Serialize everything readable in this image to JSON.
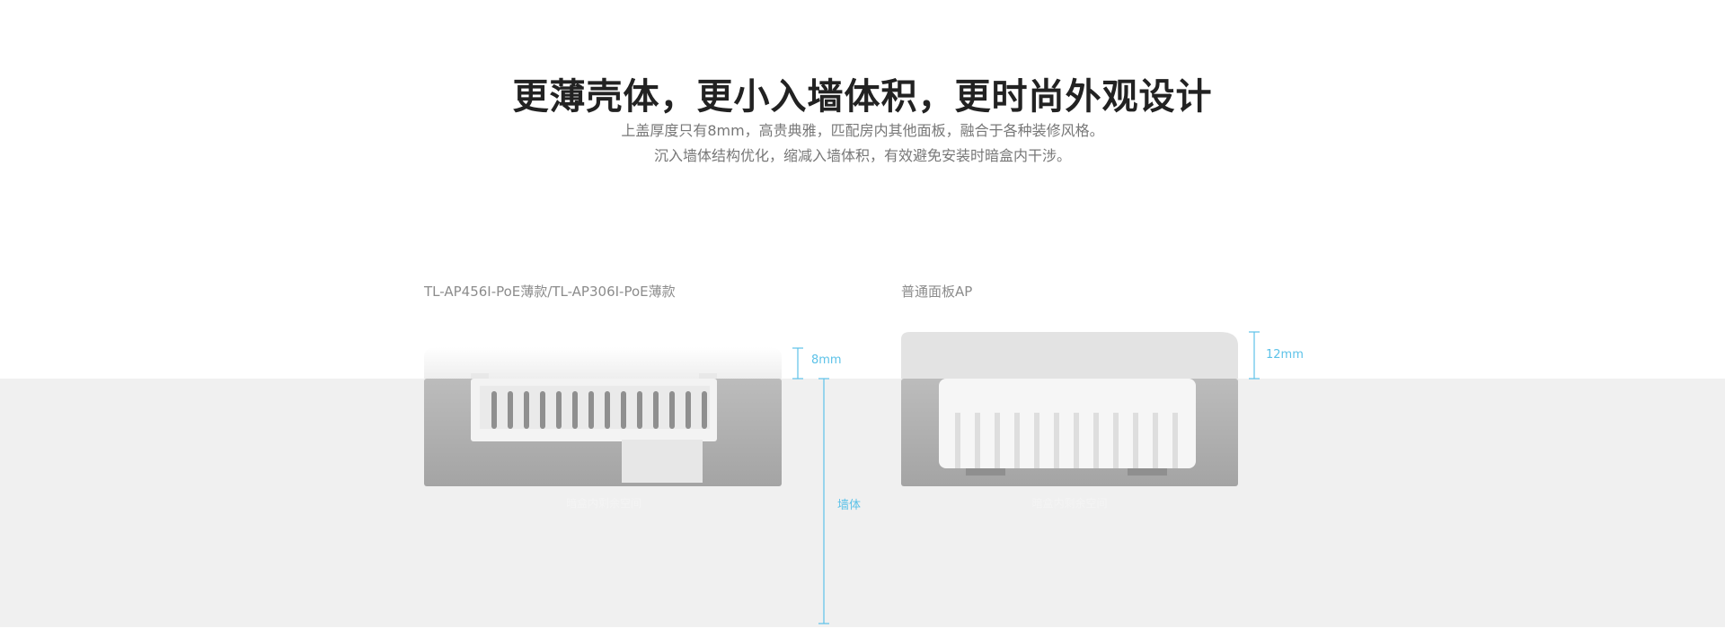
{
  "header": {
    "title": "更薄壳体，更小入墙体积，更时尚外观设计",
    "desc_line1": "上盖厚度只有8mm，高贵典雅，匹配房内其他面板，融合于各种装修风格。",
    "desc_line2": "沉入墙体结构优化，缩减入墙体积，有效避免安装时暗盒内干涉。"
  },
  "left_product": {
    "label": "TL-AP456I-PoE薄款/TL-AP306I-PoE薄款",
    "box_label": "暗盒内剩余空间",
    "thickness": "8mm",
    "wall_label": "墙体"
  },
  "right_product": {
    "label": "普通面板AP",
    "box_label": "暗盒内剩余空间",
    "thickness": "12mm"
  },
  "colors": {
    "accent_dimension": "#5cc2e8",
    "wall_background": "#f0f0f0",
    "box_gray": "#aaaaaa"
  }
}
